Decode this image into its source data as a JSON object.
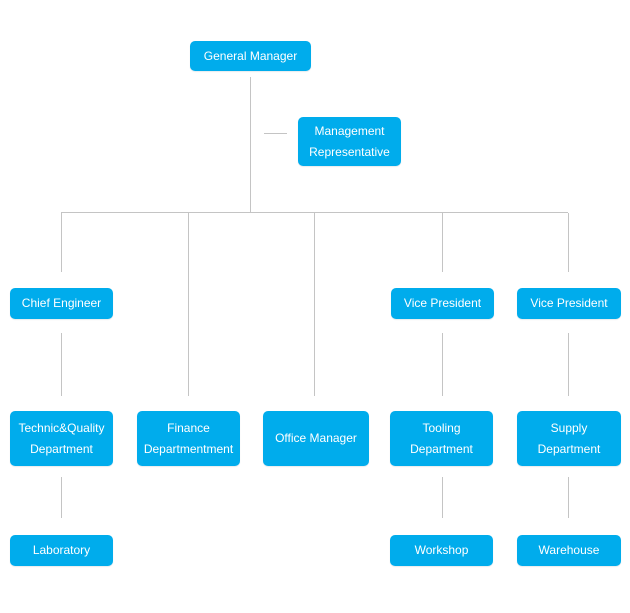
{
  "colors": {
    "node_fill": "#00ACEC",
    "node_text": "#FFFFFF",
    "connector": "#C4C4C4",
    "background": "#FFFFFF"
  },
  "chart": {
    "type": "org-chart",
    "nodes": [
      {
        "id": "general-manager",
        "lines": [
          "General Manager"
        ],
        "reports_to": null
      },
      {
        "id": "management-representative",
        "lines": [
          "Management",
          "Representative"
        ],
        "reports_to": "general-manager"
      },
      {
        "id": "chief-engineer",
        "lines": [
          "Chief Engineer"
        ],
        "reports_to": "general-manager"
      },
      {
        "id": "vice-president-left",
        "lines": [
          "Vice President"
        ],
        "reports_to": "general-manager"
      },
      {
        "id": "vice-president-right",
        "lines": [
          "Vice President"
        ],
        "reports_to": "general-manager"
      },
      {
        "id": "technic-quality-department",
        "lines": [
          "Technic&Quality",
          "Department"
        ],
        "reports_to": "chief-engineer"
      },
      {
        "id": "finance-department",
        "lines": [
          "Finance",
          "Departmentment"
        ],
        "reports_to": "general-manager"
      },
      {
        "id": "office-manager",
        "lines": [
          "Office Manager"
        ],
        "reports_to": "general-manager"
      },
      {
        "id": "tooling-department",
        "lines": [
          "Tooling",
          "Department"
        ],
        "reports_to": "vice-president-left"
      },
      {
        "id": "supply-department",
        "lines": [
          "Supply",
          "Department"
        ],
        "reports_to": "vice-president-right"
      },
      {
        "id": "laboratory",
        "lines": [
          "Laboratory"
        ],
        "reports_to": "technic-quality-department"
      },
      {
        "id": "workshop",
        "lines": [
          "Workshop"
        ],
        "reports_to": "tooling-department"
      },
      {
        "id": "warehouse",
        "lines": [
          "Warehouse"
        ],
        "reports_to": "supply-department"
      }
    ]
  }
}
